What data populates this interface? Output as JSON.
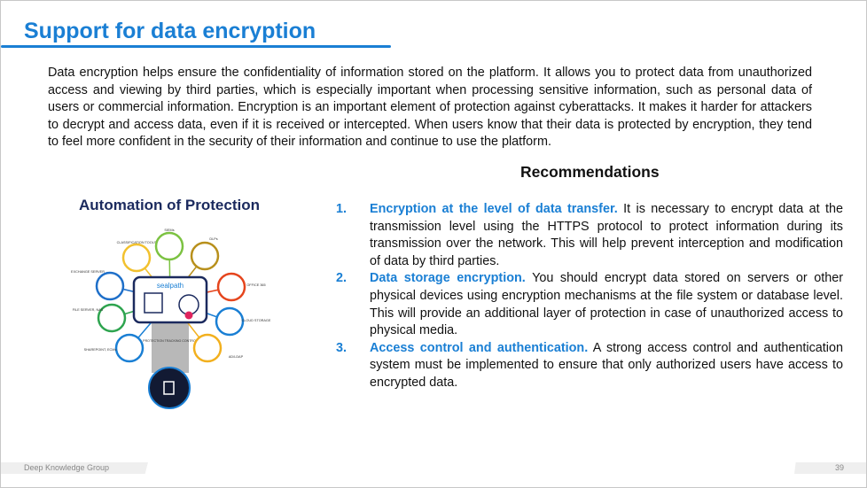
{
  "title": "Support for data encryption",
  "intro": "Data encryption helps ensure the confidentiality of information stored on the platform. It allows you to protect data from unauthorized access and viewing by third parties, which is especially important when processing sensitive information, such as personal data of users or commercial information. Encryption is an important element of protection against cyberattacks. It makes it harder for attackers to decrypt and access data, even if it is received or intercepted. When users know that their data is protected by encryption, they tend to feel more confident in the security of their information and continue to use the platform.",
  "recommendations": {
    "heading": "Recommendations",
    "items": [
      {
        "num": "1.",
        "lead": "Encryption at the level of data transfer.",
        "text": " It is necessary to encrypt data at the transmission level using the HTTPS protocol to protect information during its transmission over the network. This will help prevent interception and modification of data by third parties."
      },
      {
        "num": "2.",
        "lead": "Data storage encryption.",
        "text": " You should encrypt data stored on servers or other physical devices using encryption mechanisms at the file system or database level. This will provide an additional layer of protection in case of unauthorized access to physical media."
      },
      {
        "num": "3.",
        "lead": "Access control and authentication.",
        "text": " A strong access control and authentication system must be implemented to ensure that only authorized users have access to encrypted data."
      }
    ]
  },
  "diagram": {
    "title": "Automation of Protection",
    "brand": "sealpath",
    "center_label": "PROTECTION TRACKING CONTROL",
    "nodes": [
      {
        "label": "CLASSIFICATION TOOLS",
        "color": "#f2c12e"
      },
      {
        "label": "SIEMs",
        "color": "#7cc242"
      },
      {
        "label": "DLPs",
        "color": "#b8901c"
      },
      {
        "label": "EXCHANGE SERVER",
        "color": "#1e6fc9"
      },
      {
        "label": "OFFICE 365",
        "color": "#e5451d"
      },
      {
        "label": "FILE SERVER, NAS",
        "color": "#2ea44f"
      },
      {
        "label": "CLOUD STORAGE",
        "color": "#1a7fd4"
      },
      {
        "label": "SHAREPOINT, ECMs",
        "color": "#1a7fd4"
      },
      {
        "label": "AD/LDAP",
        "color": "#f2b01e"
      }
    ]
  },
  "footer": {
    "left": "Deep Knowledge Group",
    "page": "39"
  }
}
